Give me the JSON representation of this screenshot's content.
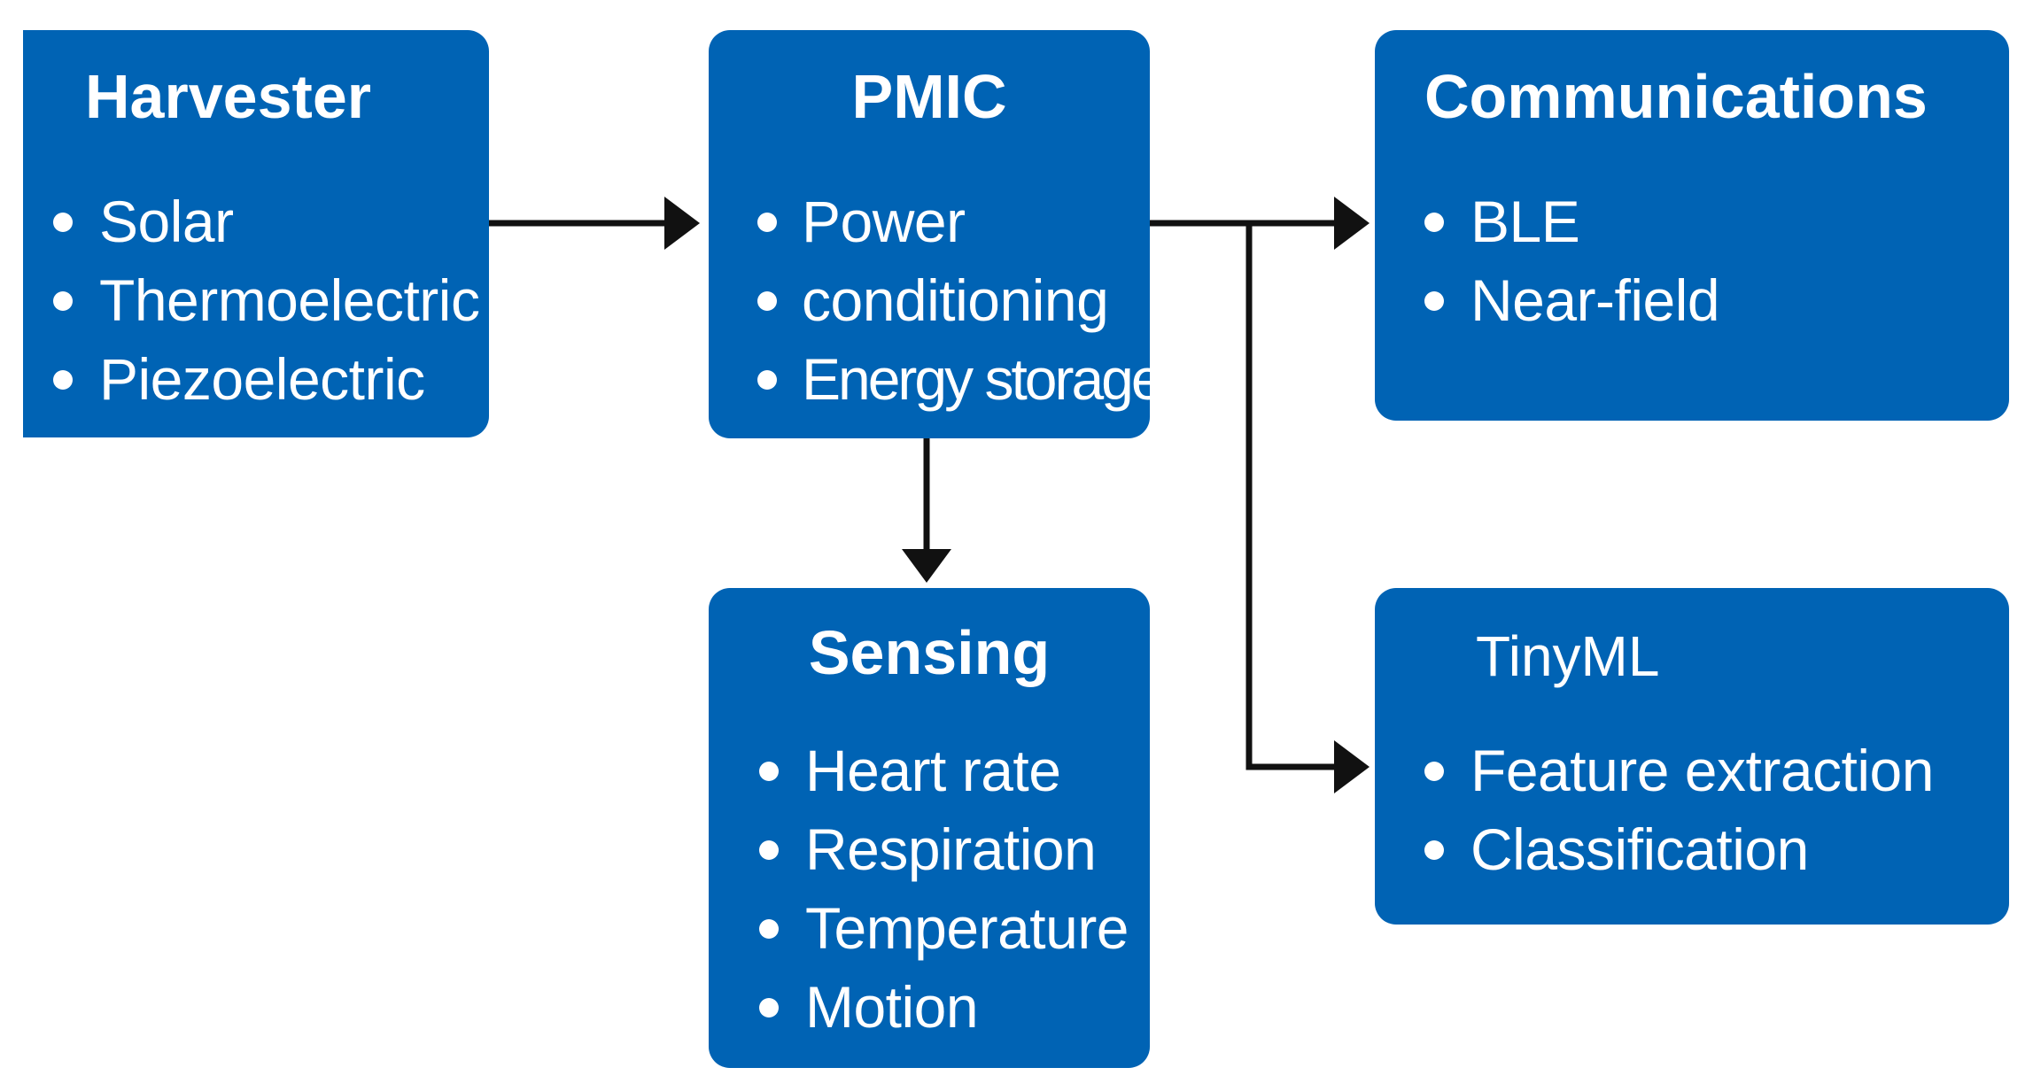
{
  "colors": {
    "box_fill": "#0063b4",
    "box_text": "#ffffff",
    "arrow": "#111111",
    "background": "#ffffff"
  },
  "boxes": {
    "harvester": {
      "title": "Harvester",
      "items": [
        "Solar",
        "Thermoelectric",
        "Piezoelectric"
      ]
    },
    "pmic": {
      "title": "PMIC",
      "items": [
        "Power",
        "conditioning",
        "Energy storage"
      ]
    },
    "communications": {
      "title": "Communications",
      "items": [
        "BLE",
        "Near-field"
      ]
    },
    "sensing": {
      "title": "Sensing",
      "items": [
        "Heart rate",
        "Respiration",
        "Temperature",
        "Motion"
      ]
    },
    "tinyml": {
      "title": "TinyML",
      "items": [
        "Feature extraction",
        "Classification"
      ]
    }
  },
  "connections": [
    {
      "from": "harvester",
      "to": "pmic"
    },
    {
      "from": "pmic",
      "to": "communications"
    },
    {
      "from": "pmic",
      "to": "sensing"
    },
    {
      "from": "pmic",
      "to": "tinyml"
    }
  ]
}
